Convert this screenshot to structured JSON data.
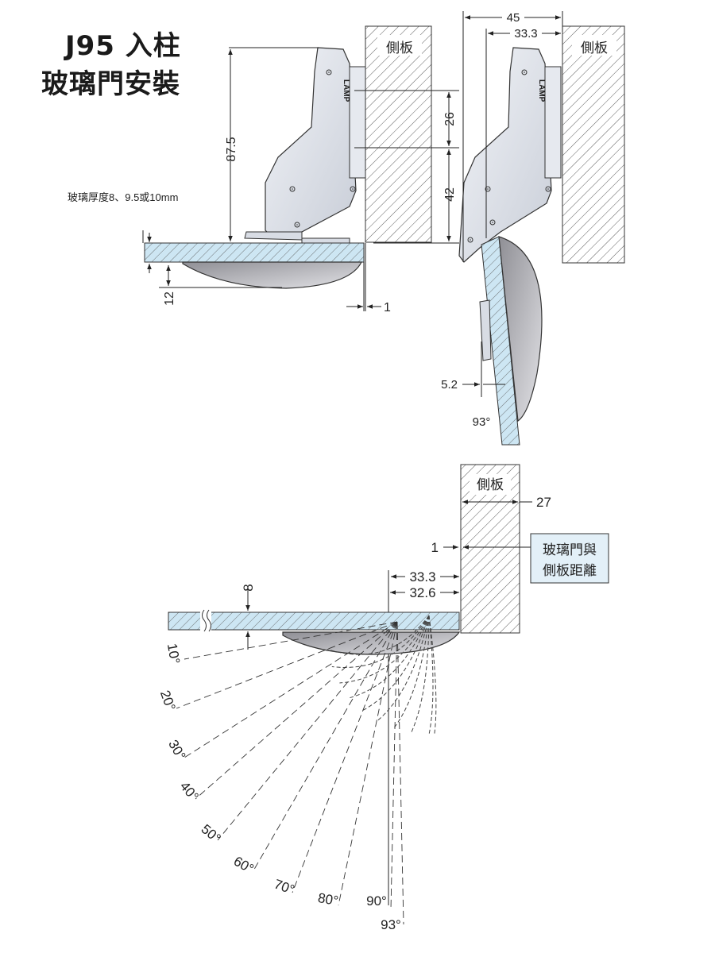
{
  "title": {
    "line1": "J95 入柱",
    "line2": "玻璃門安裝"
  },
  "glass_note": "玻璃厚度8、9.5或10mm",
  "side_panel_label": "側板",
  "hinge_brand": "LAMP",
  "top_left_view": {
    "dims": {
      "height": "87.5",
      "upper": "26",
      "lower": "42",
      "door_offset": "12",
      "gap": "1"
    }
  },
  "top_right_view": {
    "dims": {
      "width_outer": "45",
      "width_inner": "33.3",
      "offset": "5.2",
      "angle": "93°"
    }
  },
  "bottom_view": {
    "dims": {
      "panel": "27",
      "gap": "1",
      "a": "33.3",
      "b": "32.6",
      "thickness": "8"
    },
    "callout": {
      "line1": "玻璃門與",
      "line2": "側板距離"
    },
    "angles": [
      "10°",
      "20°",
      "30°",
      "40°",
      "50°",
      "60°",
      "70°",
      "80°",
      "90°",
      "93°"
    ]
  },
  "colors": {
    "glass": "#cde6f3",
    "line": "#222222",
    "shade": "#b9b9bd",
    "callout_bg": "#e3f0f8"
  }
}
